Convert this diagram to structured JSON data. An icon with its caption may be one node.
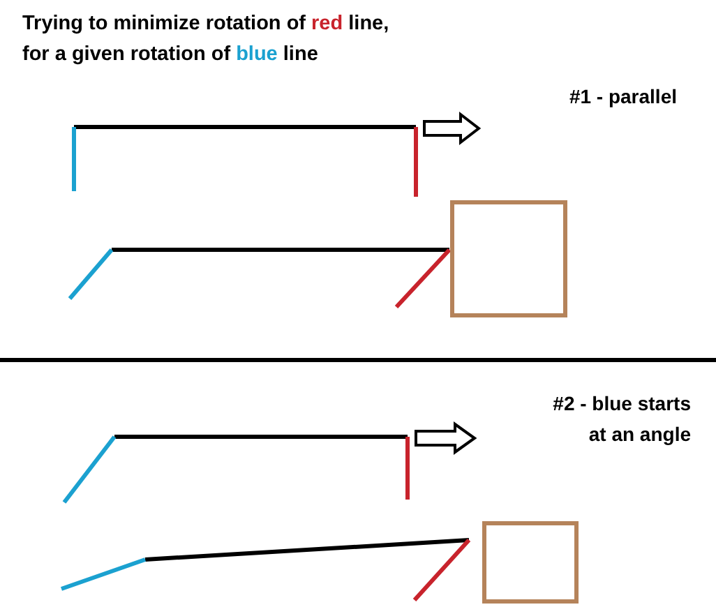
{
  "diagram": {
    "title": "Trying to minimize rotation of *red* line, for a given rotation of *blue* line",
    "labels": [
      "#1 - parallel",
      "#2 - blue starts at an angle"
    ]
  }
}
